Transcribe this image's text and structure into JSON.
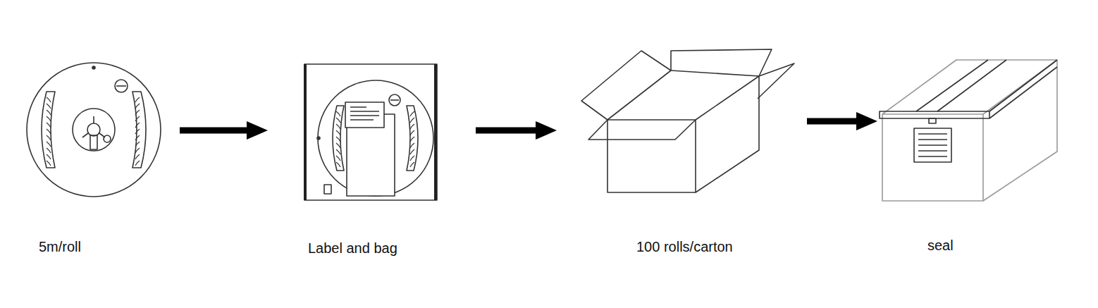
{
  "diagram": {
    "nodes": [
      {
        "text": [
          "5m/roll"
        ]
      },
      {
        "text": [
          "Label and bag"
        ]
      },
      {
        "text": [
          "100 rolls/carton"
        ]
      },
      {
        "text": [
          "seal"
        ]
      }
    ],
    "edges": [
      {
        "from": 0,
        "to": 1,
        "arrow": "to"
      },
      {
        "from": 1,
        "to": 2,
        "arrow": "to"
      },
      {
        "from": 2,
        "to": 3,
        "arrow": "to"
      }
    ]
  }
}
